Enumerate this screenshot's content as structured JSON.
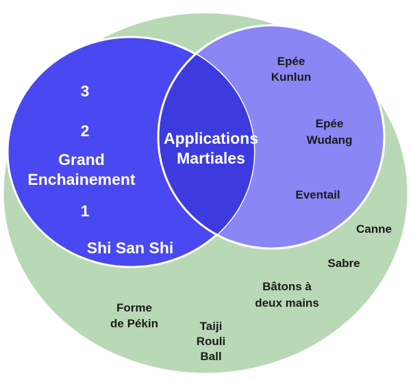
{
  "colors": {
    "outer_fill": "#b9d8b5",
    "outer_stroke": "#ffffff",
    "left_fill": "#4a48f0",
    "right_fill": "#8a86f4",
    "overlap_fill": "#3d3be0",
    "circle_stroke": "#ffffff"
  },
  "left_circle": {
    "numbers": [
      "3",
      "2",
      "1"
    ],
    "grand_line1": "Grand",
    "grand_line2": "Enchainement",
    "shi_san_shi": "Shi San Shi"
  },
  "overlap": {
    "line1": "Applications",
    "line2": "Martiales"
  },
  "right_circle": {
    "kunlun_line1": "Epée",
    "kunlun_line2": "Kunlun",
    "wudang_line1": "Epée",
    "wudang_line2": "Wudang",
    "eventail": "Eventail"
  },
  "outer": {
    "canne": "Canne",
    "sabre": "Sabre",
    "batons_line1": "Bâtons à",
    "batons_line2": "deux mains",
    "pekin_line1": "Forme",
    "pekin_line2": "de Pékin",
    "taiji_line1": "Taiji",
    "taiji_line2": "Rouli",
    "taiji_line3": "Ball"
  }
}
